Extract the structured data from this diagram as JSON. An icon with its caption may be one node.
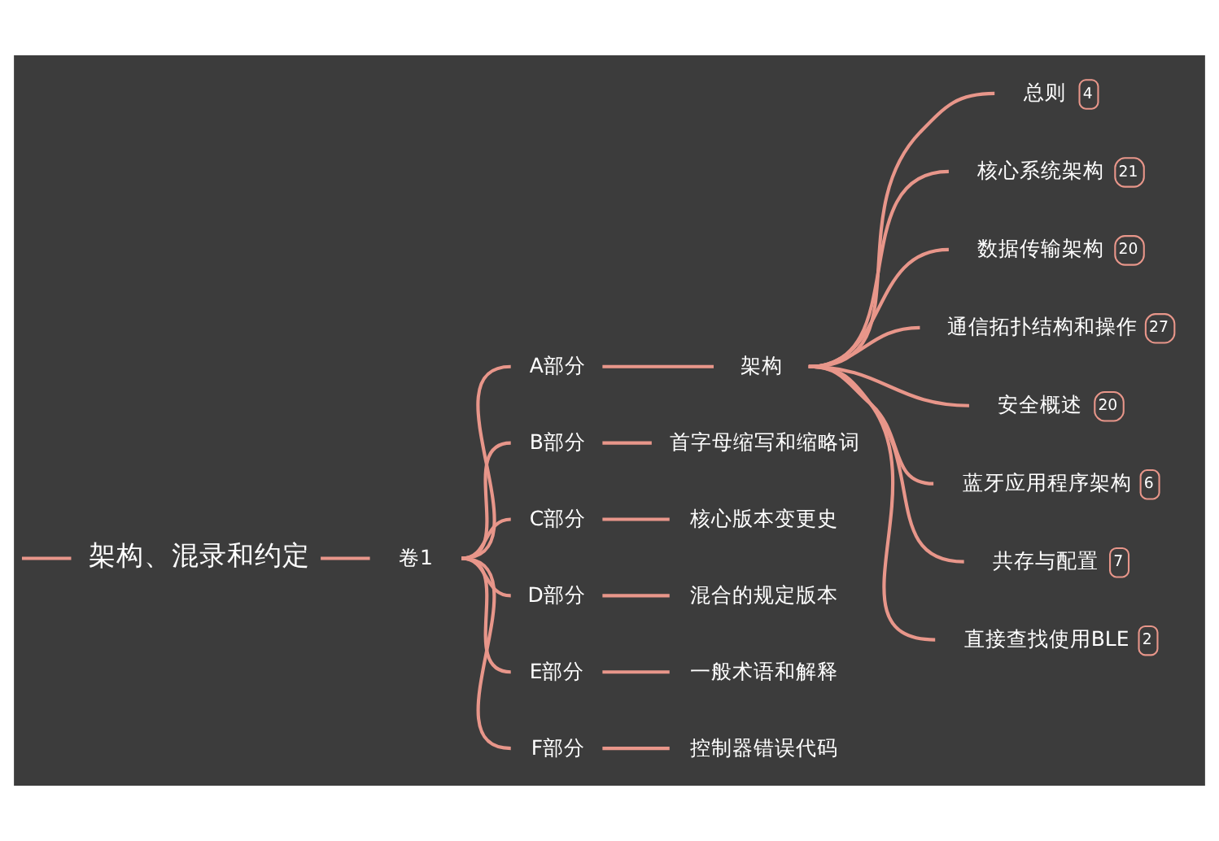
{
  "diagram": {
    "nodes": [
      {
        "text": [
          "架构、混录和约定"
        ]
      },
      {
        "text": [
          "卷1"
        ]
      },
      {
        "text": [
          "A部分"
        ]
      },
      {
        "text": [
          "架构"
        ]
      },
      {
        "text": [
          "总则",
          "4"
        ]
      },
      {
        "text": [
          "核心系统架构",
          "21"
        ]
      },
      {
        "text": [
          "数据传输架构",
          "20"
        ]
      },
      {
        "text": [
          "通信拓扑结构和操作",
          "27"
        ]
      },
      {
        "text": [
          "安全概述",
          "20"
        ]
      },
      {
        "text": [
          "蓝牙应用程序架构",
          "6"
        ]
      },
      {
        "text": [
          "共存与配置",
          "7"
        ]
      },
      {
        "text": [
          "直接查找使用BLE",
          "2"
        ]
      },
      {
        "text": [
          "B部分"
        ]
      },
      {
        "text": [
          "首字母缩写和缩略词"
        ]
      },
      {
        "text": [
          "C部分"
        ]
      },
      {
        "text": [
          "核心版本变更史"
        ]
      },
      {
        "text": [
          "D部分"
        ]
      },
      {
        "text": [
          "混合的规定版本"
        ]
      },
      {
        "text": [
          "E部分"
        ]
      },
      {
        "text": [
          "一般术语和解释"
        ]
      },
      {
        "text": [
          "F部分"
        ]
      },
      {
        "text": [
          "控制器错误代码"
        ]
      }
    ],
    "edges": [
      {
        "from": null,
        "to": 0,
        "arrow": "none"
      },
      {
        "from": 0,
        "to": 1,
        "arrow": "none"
      },
      {
        "from": 1,
        "to": 2,
        "arrow": "none"
      },
      {
        "from": 2,
        "to": 3,
        "arrow": "none"
      },
      {
        "from": 3,
        "to": 4,
        "arrow": "none"
      },
      {
        "from": 3,
        "to": 5,
        "arrow": "none"
      },
      {
        "from": 3,
        "to": 6,
        "arrow": "none"
      },
      {
        "from": 3,
        "to": 7,
        "arrow": "none"
      },
      {
        "from": 3,
        "to": 8,
        "arrow": "none"
      },
      {
        "from": 3,
        "to": 9,
        "arrow": "none"
      },
      {
        "from": 3,
        "to": 10,
        "arrow": "none"
      },
      {
        "from": 3,
        "to": 11,
        "arrow": "none"
      },
      {
        "from": 1,
        "to": 12,
        "arrow": "none"
      },
      {
        "from": 12,
        "to": 13,
        "arrow": "none"
      },
      {
        "from": 1,
        "to": 14,
        "arrow": "none"
      },
      {
        "from": 14,
        "to": 15,
        "arrow": "none"
      },
      {
        "from": 1,
        "to": 16,
        "arrow": "none"
      },
      {
        "from": 16,
        "to": 17,
        "arrow": "none"
      },
      {
        "from": 1,
        "to": 18,
        "arrow": "none"
      },
      {
        "from": 18,
        "to": 19,
        "arrow": "none"
      },
      {
        "from": 1,
        "to": 20,
        "arrow": "none"
      },
      {
        "from": 20,
        "to": 21,
        "arrow": "none"
      }
    ]
  }
}
